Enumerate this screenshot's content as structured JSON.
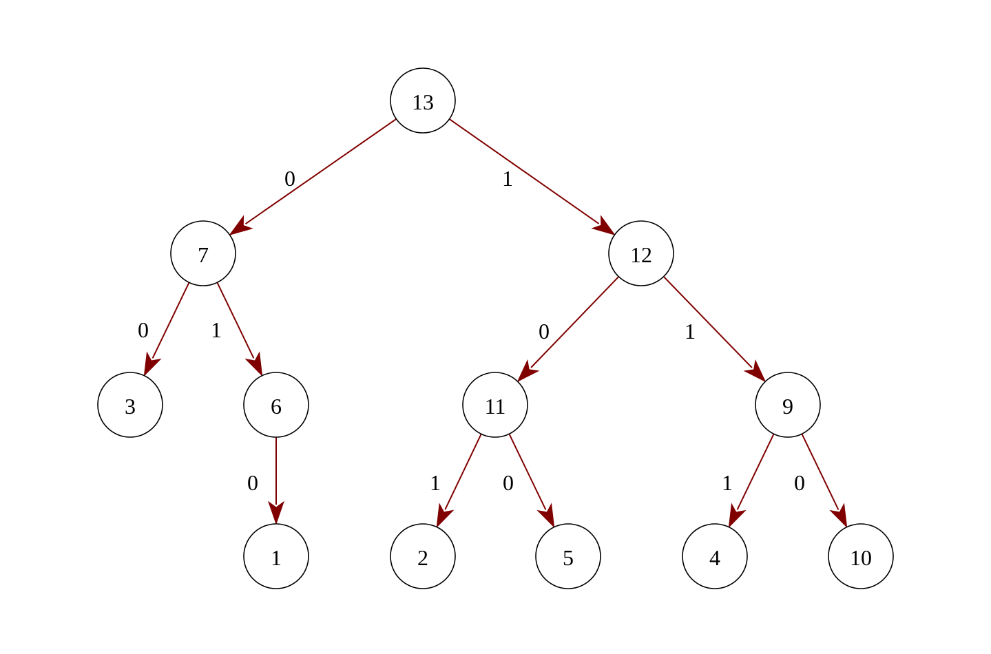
{
  "graph": {
    "nodes": [
      {
        "id": "n13",
        "label": "13"
      },
      {
        "id": "n7",
        "label": "7"
      },
      {
        "id": "n12",
        "label": "12"
      },
      {
        "id": "n3",
        "label": "3"
      },
      {
        "id": "n6",
        "label": "6"
      },
      {
        "id": "n11",
        "label": "11"
      },
      {
        "id": "n9",
        "label": "9"
      },
      {
        "id": "n1",
        "label": "1"
      },
      {
        "id": "n2",
        "label": "2"
      },
      {
        "id": "n5",
        "label": "5"
      },
      {
        "id": "n4",
        "label": "4"
      },
      {
        "id": "n10",
        "label": "10"
      }
    ],
    "edges": [
      {
        "from": "n13",
        "to": "n7",
        "label": "0"
      },
      {
        "from": "n13",
        "to": "n12",
        "label": "1"
      },
      {
        "from": "n7",
        "to": "n3",
        "label": "0"
      },
      {
        "from": "n7",
        "to": "n6",
        "label": "1"
      },
      {
        "from": "n12",
        "to": "n11",
        "label": "0"
      },
      {
        "from": "n12",
        "to": "n9",
        "label": "1"
      },
      {
        "from": "n6",
        "to": "n1",
        "label": "0"
      },
      {
        "from": "n11",
        "to": "n2",
        "label": "1"
      },
      {
        "from": "n11",
        "to": "n5",
        "label": "0"
      },
      {
        "from": "n9",
        "to": "n4",
        "label": "1"
      },
      {
        "from": "n9",
        "to": "n10",
        "label": "0"
      }
    ],
    "colors": {
      "edge": "#800000",
      "node_stroke": "#000000",
      "node_fill": "#ffffff"
    }
  }
}
